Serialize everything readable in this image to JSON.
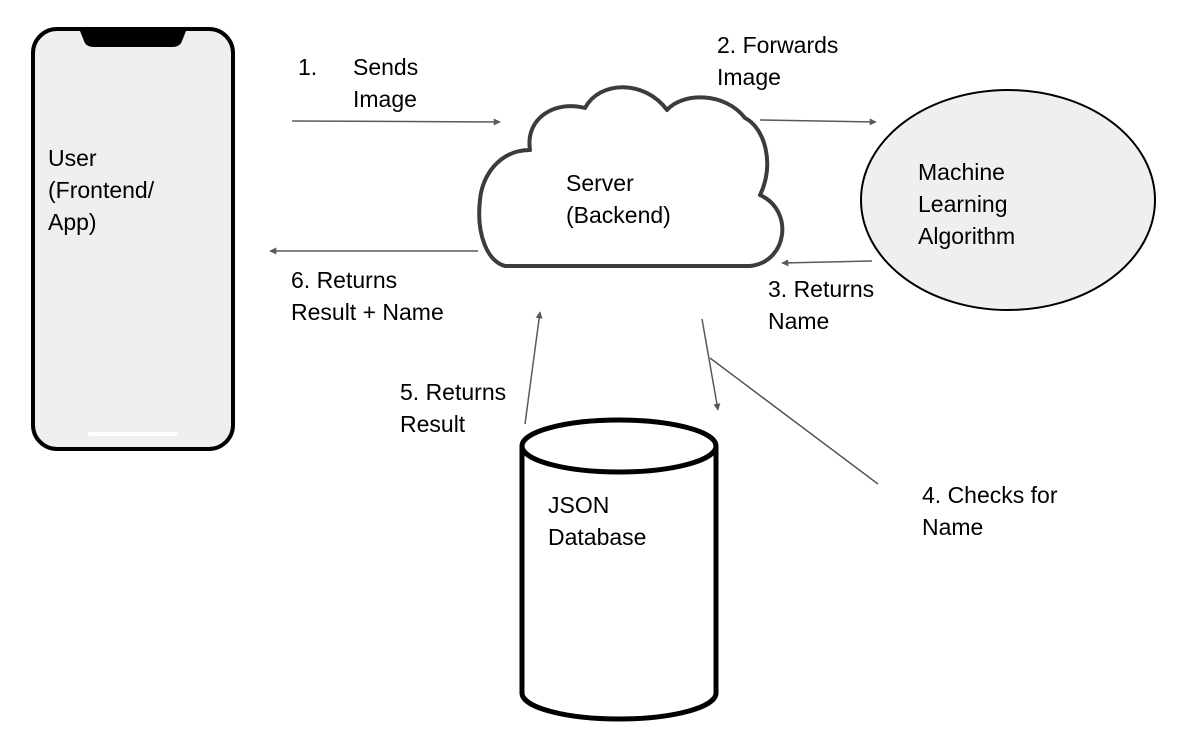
{
  "colors": {
    "shape_stroke": "#000000",
    "phone_fill": "#efefef",
    "ellipse_fill": "#efefef",
    "cloud_stroke": "#3c3c3c",
    "arrow": "#595959",
    "background": "#ffffff"
  },
  "nodes": {
    "phone": {
      "line1": "User",
      "line2": "(Frontend/",
      "line3": "App)"
    },
    "server": {
      "line1": "Server",
      "line2": "(Backend)"
    },
    "ml": {
      "line1": "Machine",
      "line2": "Learning",
      "line3": "Algorithm"
    },
    "database": {
      "line1": "JSON",
      "line2": "Database"
    }
  },
  "edges": {
    "step1": {
      "number": "1.",
      "line1": "Sends",
      "line2": "Image"
    },
    "step2": {
      "line1": "2. Forwards",
      "line2": "Image"
    },
    "step3": {
      "line1": "3. Returns",
      "line2": "Name"
    },
    "step4": {
      "line1": "4. Checks for",
      "line2": "Name"
    },
    "step5": {
      "line1": "5. Returns",
      "line2": "Result"
    },
    "step6": {
      "line1": "6. Returns",
      "line2": "Result + Name"
    }
  }
}
